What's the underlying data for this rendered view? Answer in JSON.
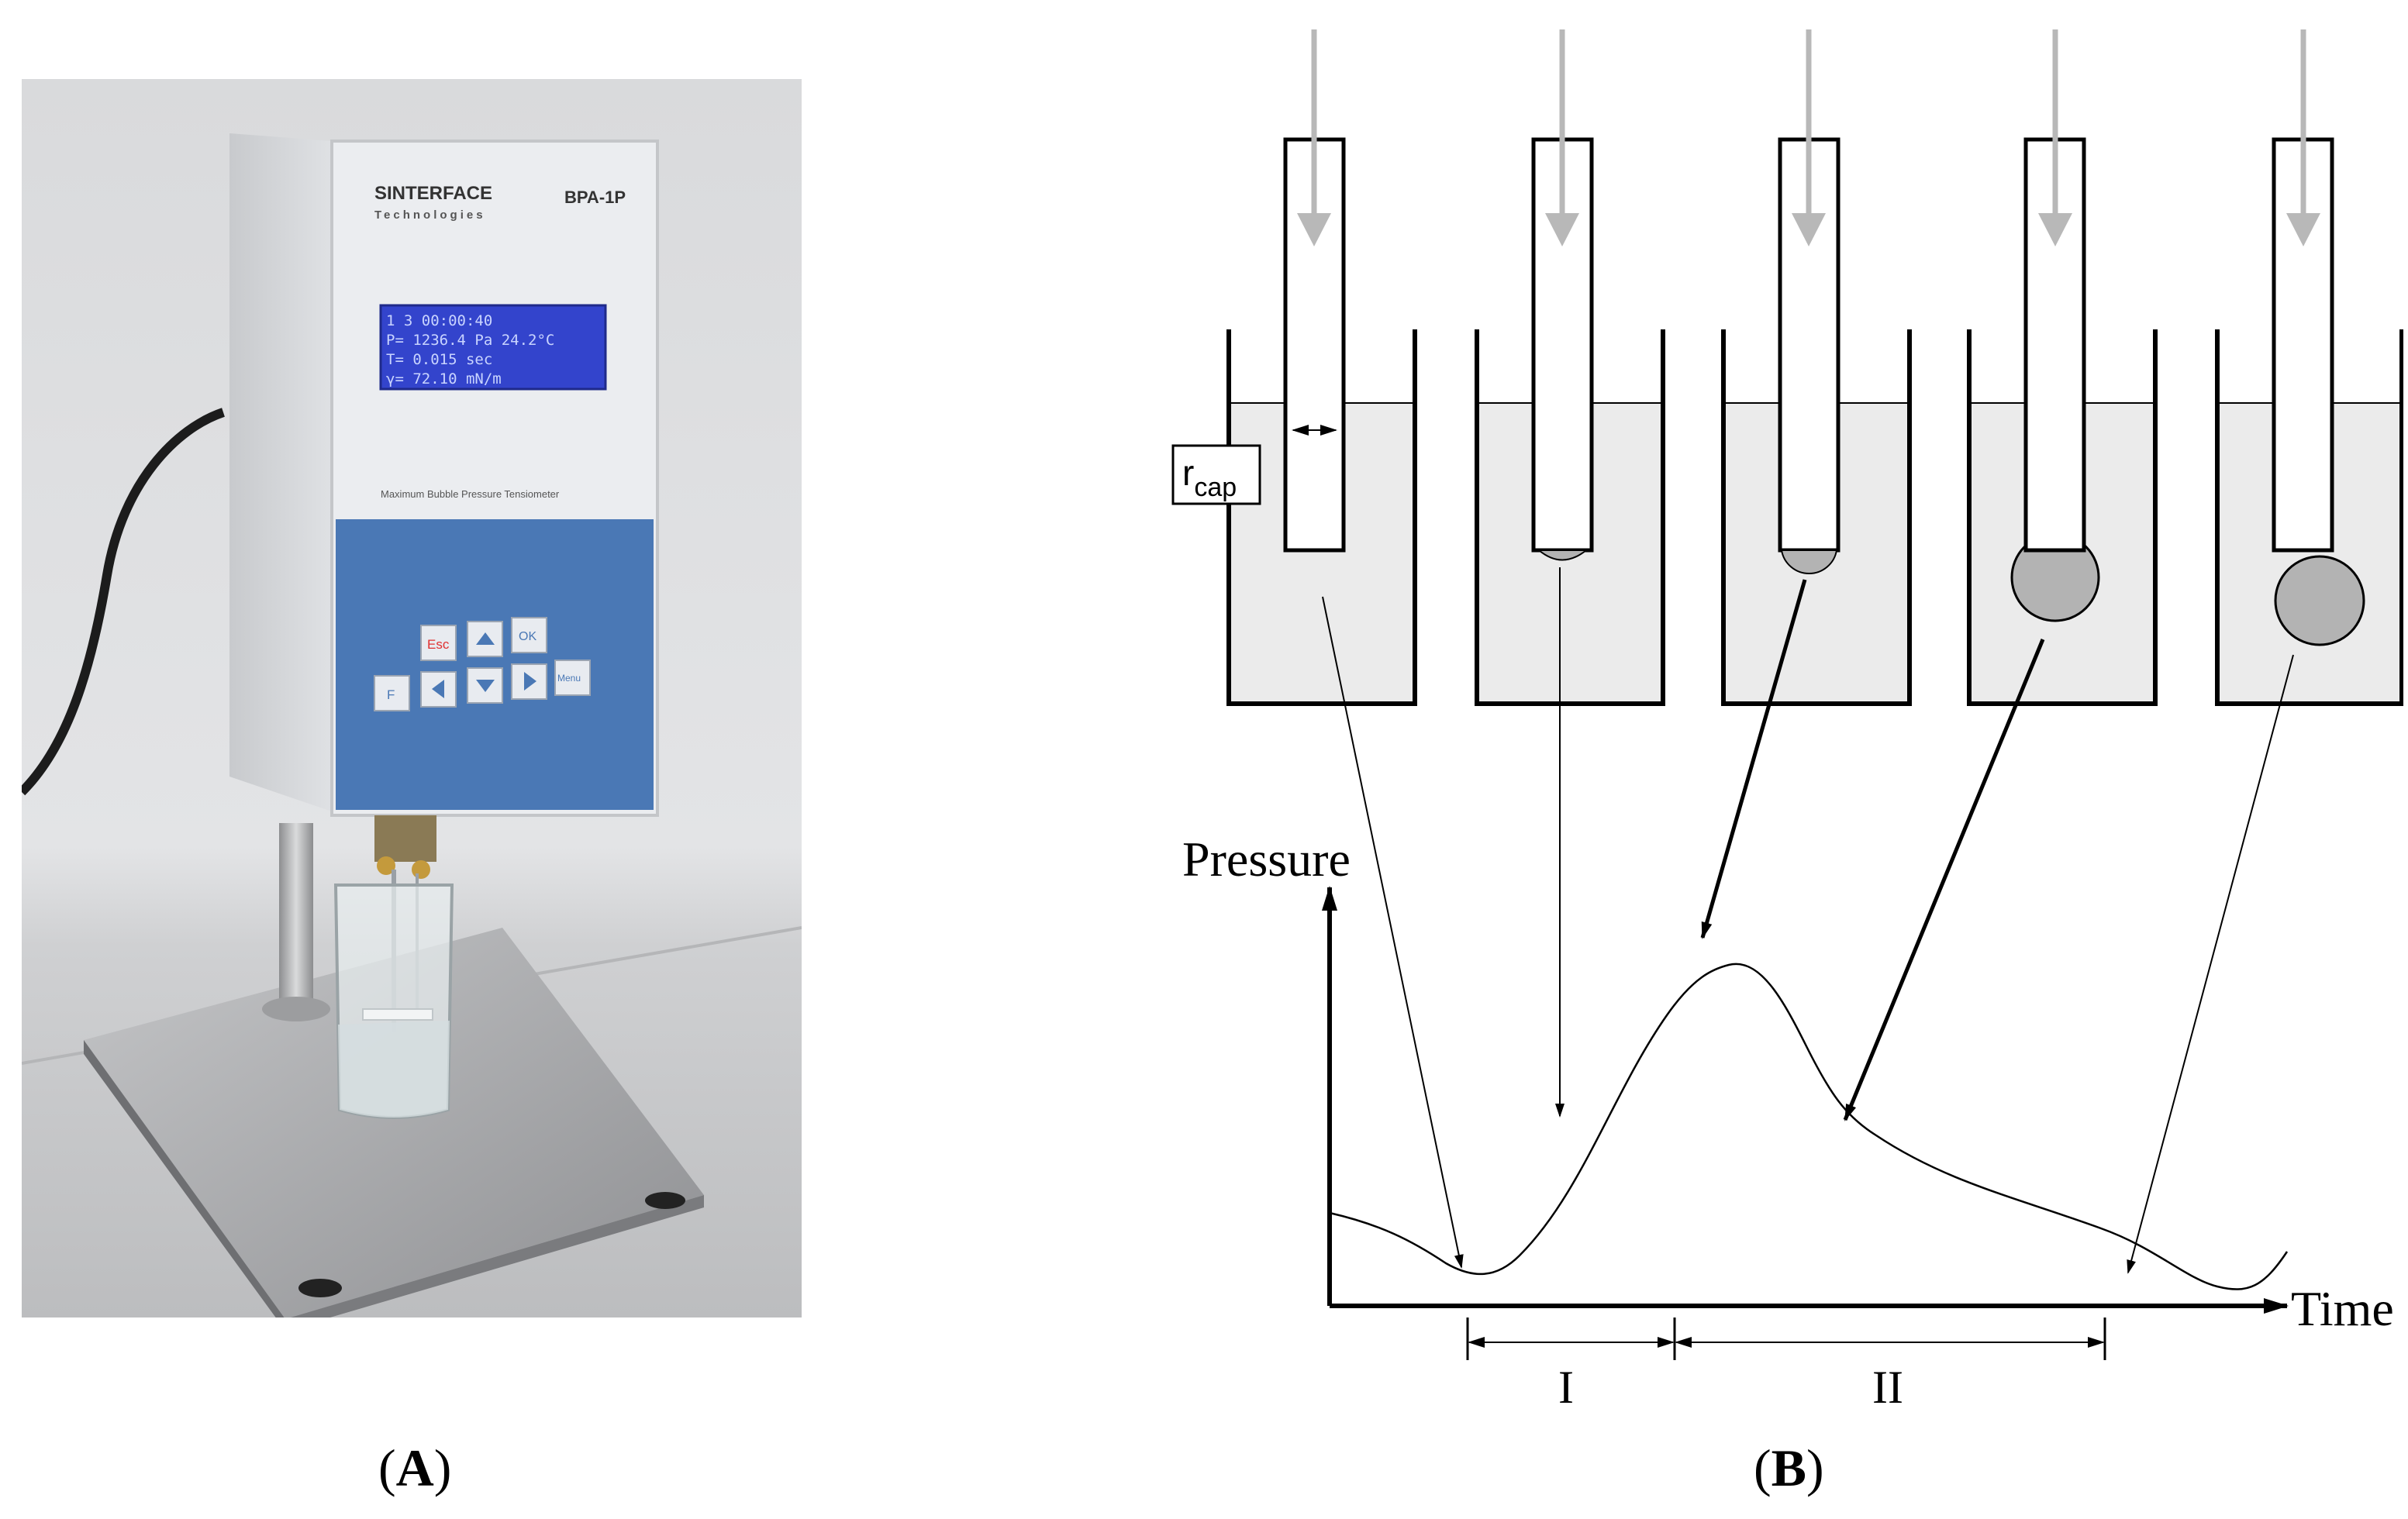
{
  "captions": {
    "a": "A",
    "b": "B"
  },
  "device": {
    "brand": "SINTERFACE",
    "brand_sub": "Technologies",
    "model": "BPA-1P",
    "subtitle": "Maximum Bubble Pressure Tensiometer",
    "lcd": {
      "line1": "1   3    00:00:40",
      "line2": "P= 1236.4 Pa  24.2°C",
      "line3": "T=  0.015 sec",
      "line4": "γ=  72.10 mN/m"
    },
    "keys": {
      "esc": "Esc",
      "ok": "OK",
      "f": "F",
      "menu": "Menu"
    },
    "colors": {
      "body": "#e9ebee",
      "keypad": "#4a78b5",
      "lcd": "#3344cc",
      "lcd_text": "#c9d4ff",
      "esc_text": "#e03030"
    }
  },
  "diagram": {
    "r_cap_label": "r",
    "r_cap_sub": "cap",
    "y_axis_label": "Pressure",
    "x_axis_label": "Time",
    "interval_1": "I",
    "interval_2": "II",
    "colors": {
      "liquid": "#ebebeb",
      "bubble": "#b3b3b3",
      "arrow_gray": "#b8b8b8",
      "line": "#000000"
    }
  }
}
